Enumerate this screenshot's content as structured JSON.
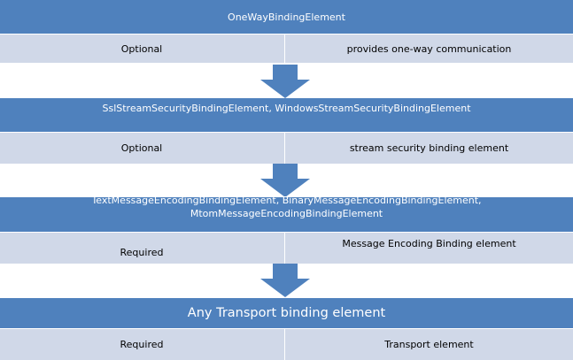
{
  "colors": {
    "band": "#4f81bd",
    "row": "#d0d8e8",
    "arrow": "#4f81bd"
  },
  "stages": [
    {
      "title_lines": [
        "OneWayBindingElement"
      ],
      "requirement": "Optional",
      "description": "provides one-way communication"
    },
    {
      "title_lines": [
        "SslStreamSecurityBindingElement,  WindowsStreamSecurityBindingElement"
      ],
      "requirement": "Optional",
      "description": "stream security binding element"
    },
    {
      "title_lines": [
        "TextMessageEncodingBindingElement,  BinaryMessageEncodingBindingElement,",
        "MtomMessageEncodingBindingElement"
      ],
      "requirement": "Required",
      "description": "Message Encoding Binding element"
    },
    {
      "title_lines": [
        "Any Transport binding element"
      ],
      "requirement": "Required",
      "description": "Transport element"
    }
  ]
}
